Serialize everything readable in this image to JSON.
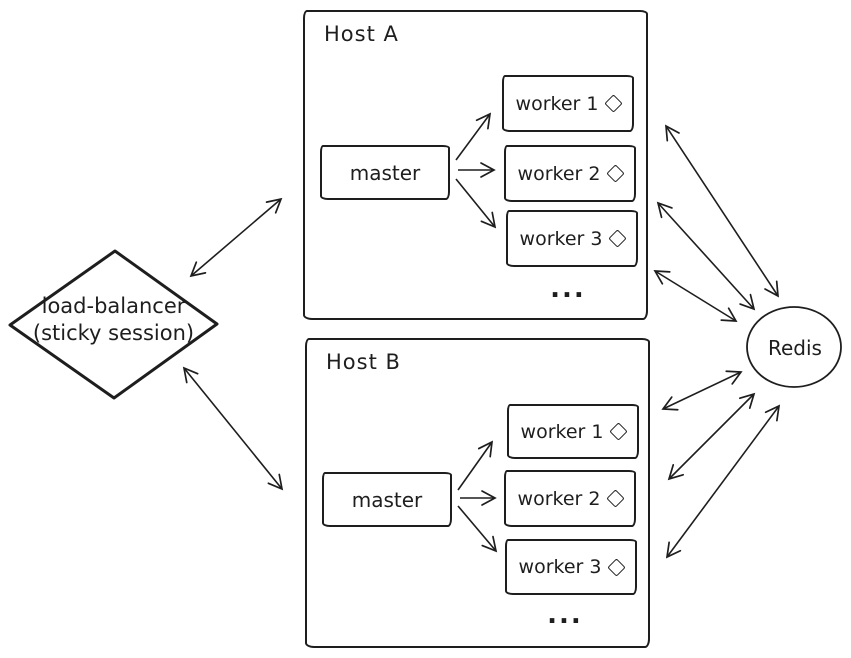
{
  "background": "#ffffff",
  "stroke_color": "#1e1e1e",
  "load_balancer": {
    "line1": "load-balancer",
    "line2": "(sticky session)"
  },
  "redis": {
    "label": "Redis"
  },
  "hosts": [
    {
      "label": "Host A",
      "master_label": "master",
      "workers": [
        "worker 1",
        "worker 2",
        "worker 3"
      ],
      "ellipsis": "..."
    },
    {
      "label": "Host B",
      "master_label": "master",
      "workers": [
        "worker 1",
        "worker 2",
        "worker 3"
      ],
      "ellipsis": "..."
    }
  ],
  "icons": {
    "worker_status": "diamond-outline-icon"
  }
}
